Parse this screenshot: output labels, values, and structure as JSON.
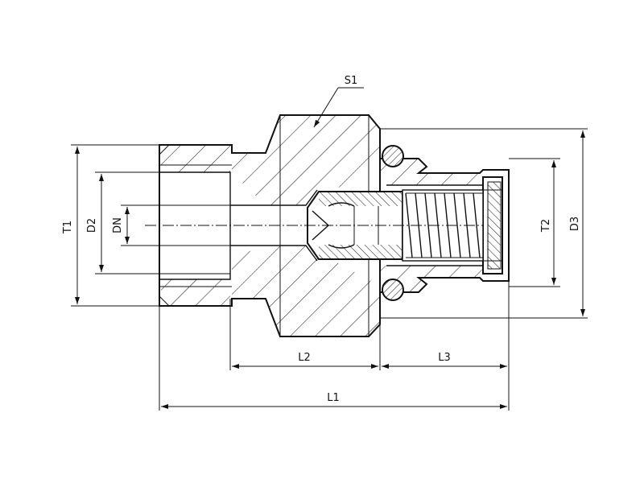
{
  "labels": {
    "s1": "S1",
    "t1": "T1",
    "d2": "D2",
    "dn": "DN",
    "t2": "T2",
    "d3": "D3",
    "l1": "L1",
    "l2": "L2",
    "l3": "L3"
  }
}
